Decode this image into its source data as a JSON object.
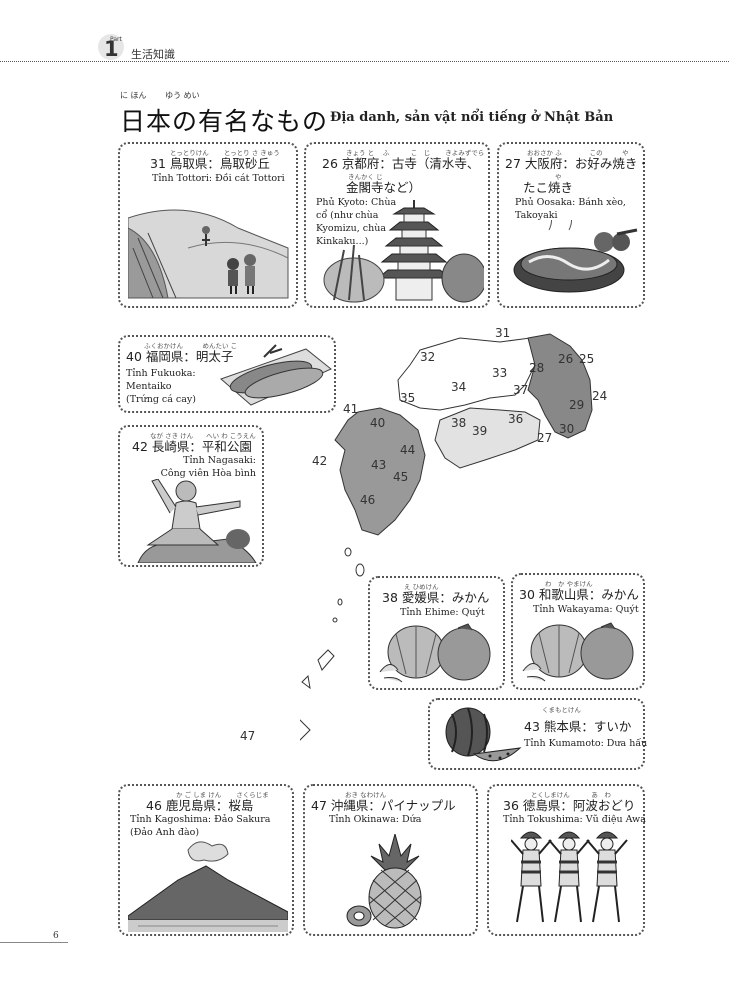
{
  "header": {
    "part_label": "Part",
    "part_number": "1",
    "section_title": "生活知識"
  },
  "title": {
    "jp": "日本の有名なもの",
    "ruby": "に ほん　　 ゆう めい",
    "vi": "Địa danh, sản vật nổi tiếng ở Nhật Bản"
  },
  "cards": {
    "tottori": {
      "ruby": "とっとりけん　　 とっとり さ きゅう",
      "jp": "31 鳥取県：鳥取砂丘",
      "vi": "Tỉnh Tottori: Đồi cát Tottori"
    },
    "kyoto": {
      "ruby": "きょう と　 ふ　　　 こ　じ　　 きよみずでら",
      "jp": "26 京都府：古寺（清水寺、",
      "ruby2": "きんかく じ",
      "jp2": "金閣寺など）",
      "vi": "Phủ Kyoto: Chùa cổ (như chùa Kyomizu, chùa Kinkaku...)"
    },
    "osaka": {
      "ruby": "おおさか ふ　　　　 この　　　や",
      "jp": "27 大阪府：お好み焼き・",
      "ruby2": "や",
      "jp2": "たこ焼き",
      "vi": "Phủ Oosaka: Bánh xèo, Takoyaki"
    },
    "fukuoka": {
      "ruby": "ふくおかけん　　　めんたい こ",
      "jp": "40 福岡県：明太子",
      "vi1": "Tỉnh Fukuoka:",
      "vi2": "Mentaiko",
      "vi3": "(Trứng cá cay)"
    },
    "nagasaki": {
      "ruby": "なが さき けん　　へい わ こうえん",
      "jp": "42 長崎県：平和公園",
      "vi1": "Tỉnh Nagasaki:",
      "vi2": "Công viên Hòa bình"
    },
    "ehime": {
      "ruby": "え ひめけん",
      "jp": "38 愛媛県：みかん",
      "vi": "Tỉnh Ehime: Quýt"
    },
    "wakayama": {
      "ruby": "わ　か やまけん",
      "jp": "30 和歌山県：みかん",
      "vi": "Tỉnh Wakayama: Quýt"
    },
    "kumamoto": {
      "ruby": "くまもとけん",
      "jp": "43 熊本県：すいか",
      "vi": "Tỉnh Kumamoto: Dưa hấu"
    },
    "kagoshima": {
      "ruby": "か ご しま けん　　 さくらじま",
      "jp": "46 鹿児島県：桜島",
      "vi": "Tỉnh Kagoshima: Đảo Sakura (Đảo Anh đào)"
    },
    "okinawa": {
      "ruby": "おき なわけん",
      "jp": "47 沖縄県：パイナップル",
      "vi": "Tỉnh Okinawa: Dứa"
    },
    "tokushima": {
      "ruby": "とくしまけん　　　 あ　わ",
      "jp": "36 徳島県：阿波おどり",
      "vi": "Tỉnh Tokushima: Vũ điệu Awa"
    }
  },
  "map_labels": [
    "31",
    "32",
    "33",
    "34",
    "35",
    "37",
    "28",
    "26",
    "25",
    "24",
    "29",
    "30",
    "27",
    "36",
    "38",
    "39",
    "41",
    "40",
    "44",
    "42",
    "43",
    "45",
    "46",
    "47"
  ],
  "page_number": "6"
}
